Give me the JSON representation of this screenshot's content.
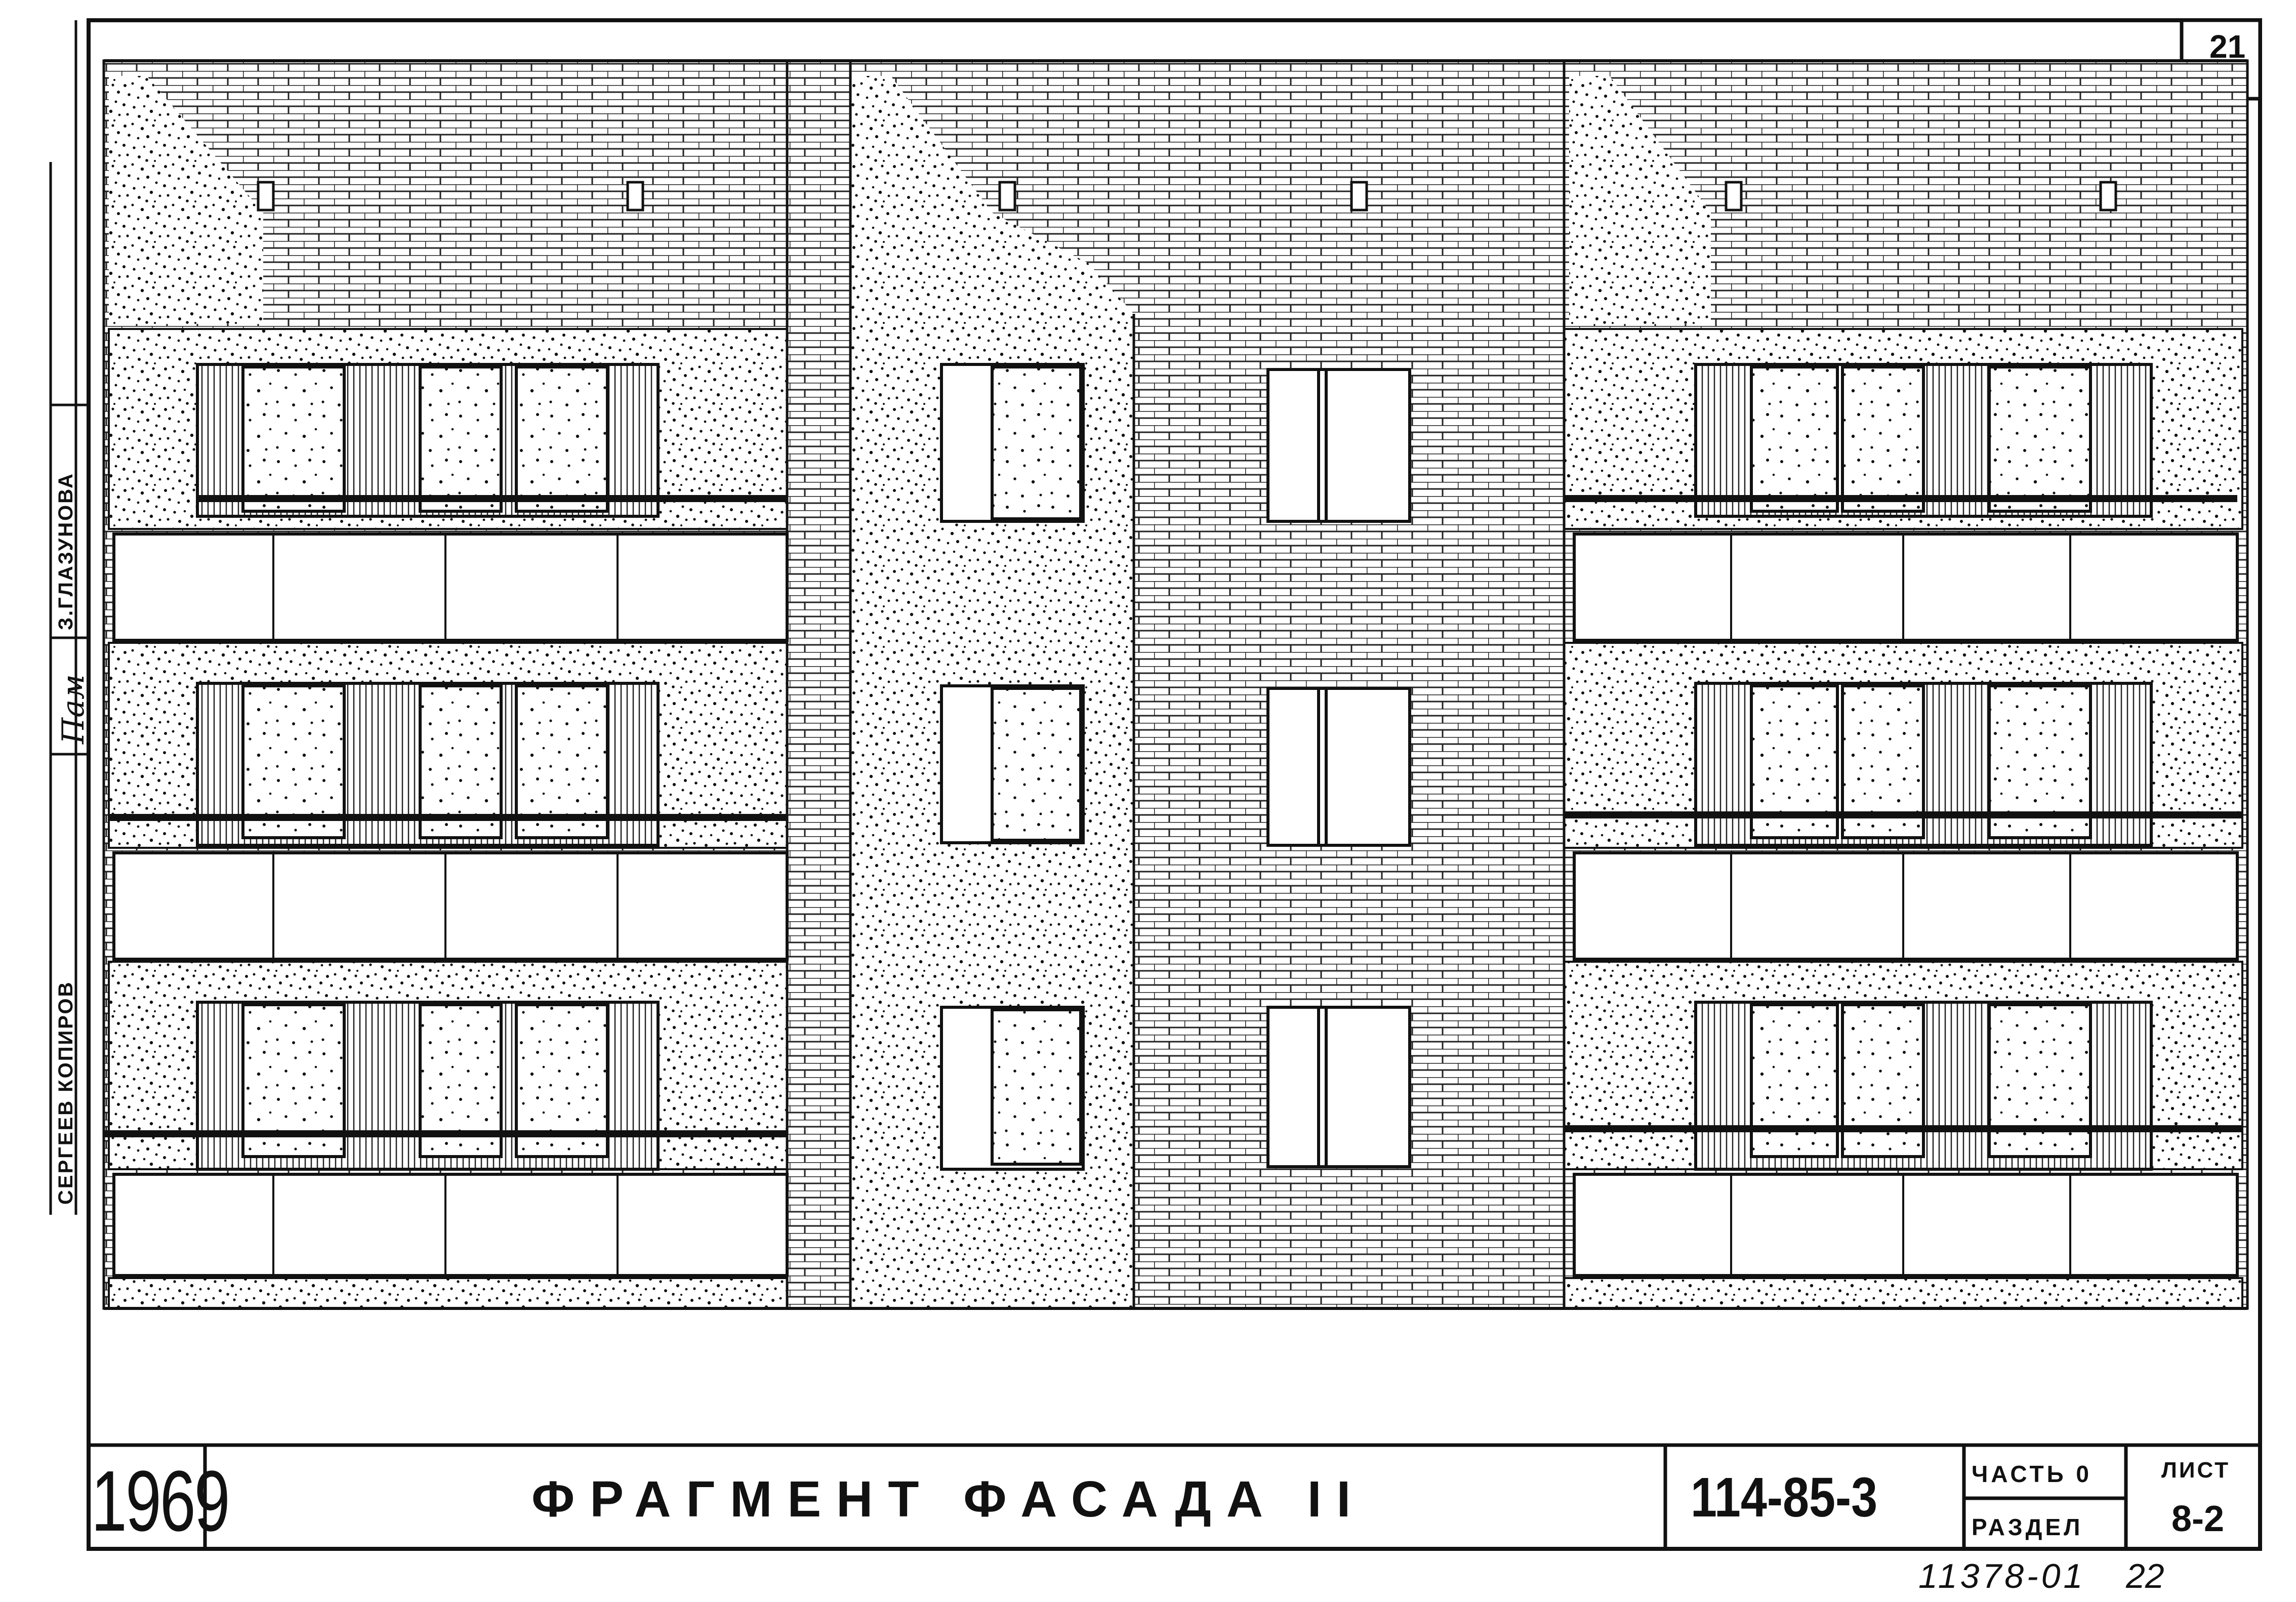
{
  "sheet_number": "21",
  "title_block": {
    "year": "1969",
    "title": "ФРАГМЕНТ ФАСАДА II",
    "project_code": "114-85-3",
    "part_label": "ЧАСТЬ 0",
    "section_label": "РАЗДЕЛ",
    "sheet_label": "ЛИСТ",
    "sheet_value": "8-2"
  },
  "archive_number": "11378-01",
  "archive_page": "22",
  "side_stamp": {
    "name_1": "З.ГЛАЗУНОВА",
    "name_2": "СЕРГЕЕВ КОПИРОВ"
  },
  "colors": {
    "ink": "#111111",
    "paper": "#ffffff"
  }
}
